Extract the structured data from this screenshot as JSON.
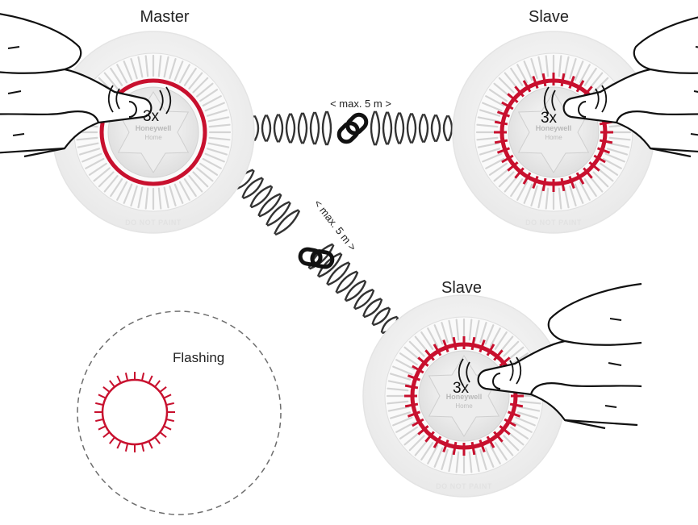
{
  "diagram": {
    "detectors": [
      {
        "id": "master",
        "role": "Master",
        "press": "3x",
        "brand": "Honeywell",
        "sub": "Home",
        "footer": "DO NOT PAINT",
        "led": "steady"
      },
      {
        "id": "slave-1",
        "role": "Slave",
        "press": "3x",
        "brand": "Honeywell",
        "sub": "Home",
        "footer": "DO NOT PAINT",
        "led": "flashing"
      },
      {
        "id": "slave-2",
        "role": "Slave",
        "press": "3x",
        "brand": "Honeywell",
        "sub": "Home",
        "footer": "DO NOT PAINT",
        "led": "flashing"
      }
    ],
    "links": [
      {
        "from": "master",
        "to": "slave-1",
        "distance": "< max. 5 m >"
      },
      {
        "from": "master",
        "to": "slave-2",
        "distance": "< max. 5 m >"
      }
    ],
    "legend": {
      "label": "Flashing"
    }
  },
  "colors": {
    "led": "#c8102e",
    "wave": "#333333",
    "detector_body": "#f2f2f2",
    "outline": "#9a9a9a",
    "dashed": "#6d6d6d"
  },
  "icons": [
    "hand-icon",
    "link-chain-icon",
    "radio-wave-icon"
  ]
}
